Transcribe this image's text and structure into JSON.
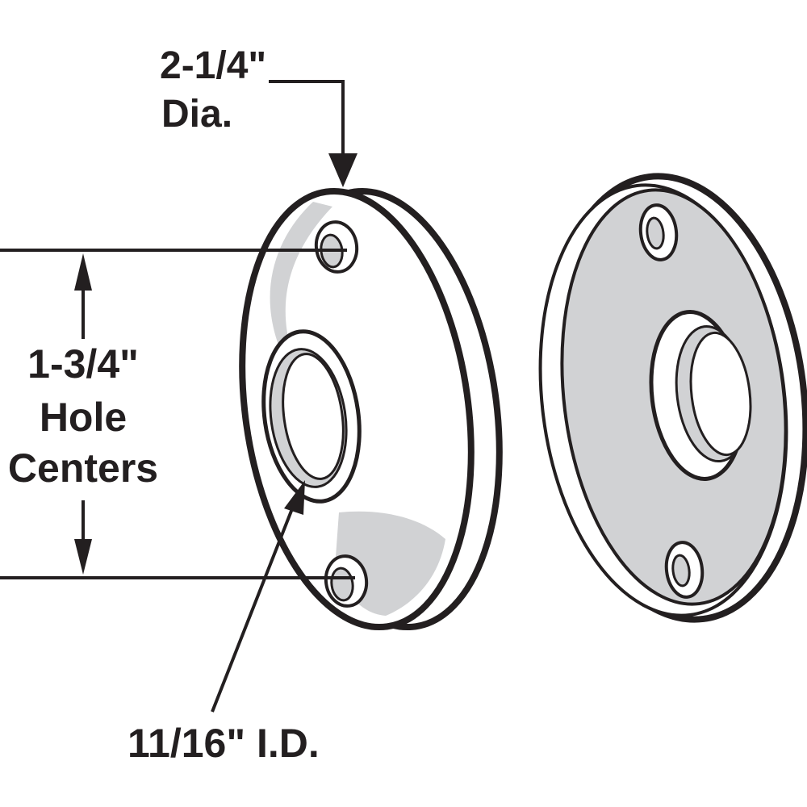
{
  "labels": {
    "diameter_value": "2-1/4\"",
    "diameter_unit": "Dia.",
    "hole_centers_value": "1-3/4\"",
    "hole_centers_line1": "Hole",
    "hole_centers_line2": "Centers",
    "inner_diameter": "11/16\" I.D."
  },
  "colors": {
    "stroke": "#231f20",
    "fill_gray": "#d1d2d4",
    "background": "#ffffff"
  }
}
